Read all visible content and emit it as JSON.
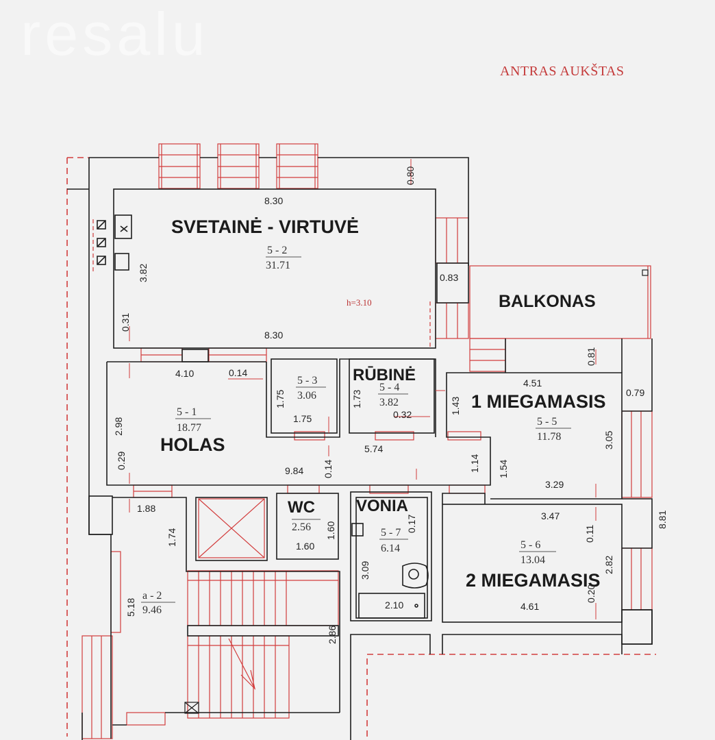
{
  "watermark": "resalu",
  "floor_title": "ANTRAS AUKŠTAS",
  "height_label": "h=3.10",
  "colors": {
    "wall": "#1e1e1e",
    "red": "#d23c3c",
    "background": "#f2f2f2"
  },
  "rooms": {
    "living_kitchen": {
      "name": "SVETAINĖ - VIRTUVĖ",
      "code": "5 - 2",
      "area": "31.71"
    },
    "balcony": {
      "name": "BALKONAS"
    },
    "hall": {
      "name": "HOLAS",
      "code": "5 - 1",
      "area": "18.77"
    },
    "storage_small": {
      "code": "5 - 3",
      "area": "3.06"
    },
    "wardrobe": {
      "name": "RŪBINĖ",
      "code": "5 - 4",
      "area": "3.82"
    },
    "bedroom1": {
      "name": "1 MIEGAMASIS",
      "code": "5 - 5",
      "area": "11.78"
    },
    "wc": {
      "name": "WC",
      "area": "2.56"
    },
    "bath": {
      "name": "VONIA",
      "code": "5 - 7",
      "area": "6.14"
    },
    "bedroom2": {
      "name": "2 MIEGAMASIS",
      "code": "5 - 6",
      "area": "13.04"
    },
    "stair_hall": {
      "code": "a - 2",
      "area": "9.46"
    }
  },
  "dims": {
    "living_top": "8.30",
    "living_bottom": "8.30",
    "living_left": "3.82",
    "living_left_small": "0.31",
    "vent_top": "0.80",
    "balcony_gap": "0.83",
    "hall_top": "4.10",
    "hall_top_small": "0.14",
    "hall_left": "2.98",
    "hall_left_small": "0.29",
    "hall_bottom": "9.84",
    "hall_mid_small": "0.14",
    "hall_right": "5.74",
    "storage_h": "1.75",
    "storage_w": "1.75",
    "wardrobe_h": "1.73",
    "wardrobe_w": "0.32",
    "wardrobe_side": "1.43",
    "b1_top": "4.51",
    "b1_top_small": "0.81",
    "b1_right_small": "0.79",
    "b1_right": "3.05",
    "b1_left": "1.54",
    "b1_left_small": "1.14",
    "b1_bottom": "3.29",
    "stair_top": "1.88",
    "stair_left_top": "1.74",
    "stair_left": "5.18",
    "wc_h": "1.60",
    "wc_w": "1.60",
    "bath_h": "3.09",
    "bath_small": "0.17",
    "bath_tub": "2.10",
    "b2_top": "3.47",
    "b2_small": "0.11",
    "b2_right": "2.82",
    "b2_right_small": "0.20",
    "b2_bottom": "4.61",
    "overall_right": "8.81",
    "stair_well": "2.86"
  }
}
